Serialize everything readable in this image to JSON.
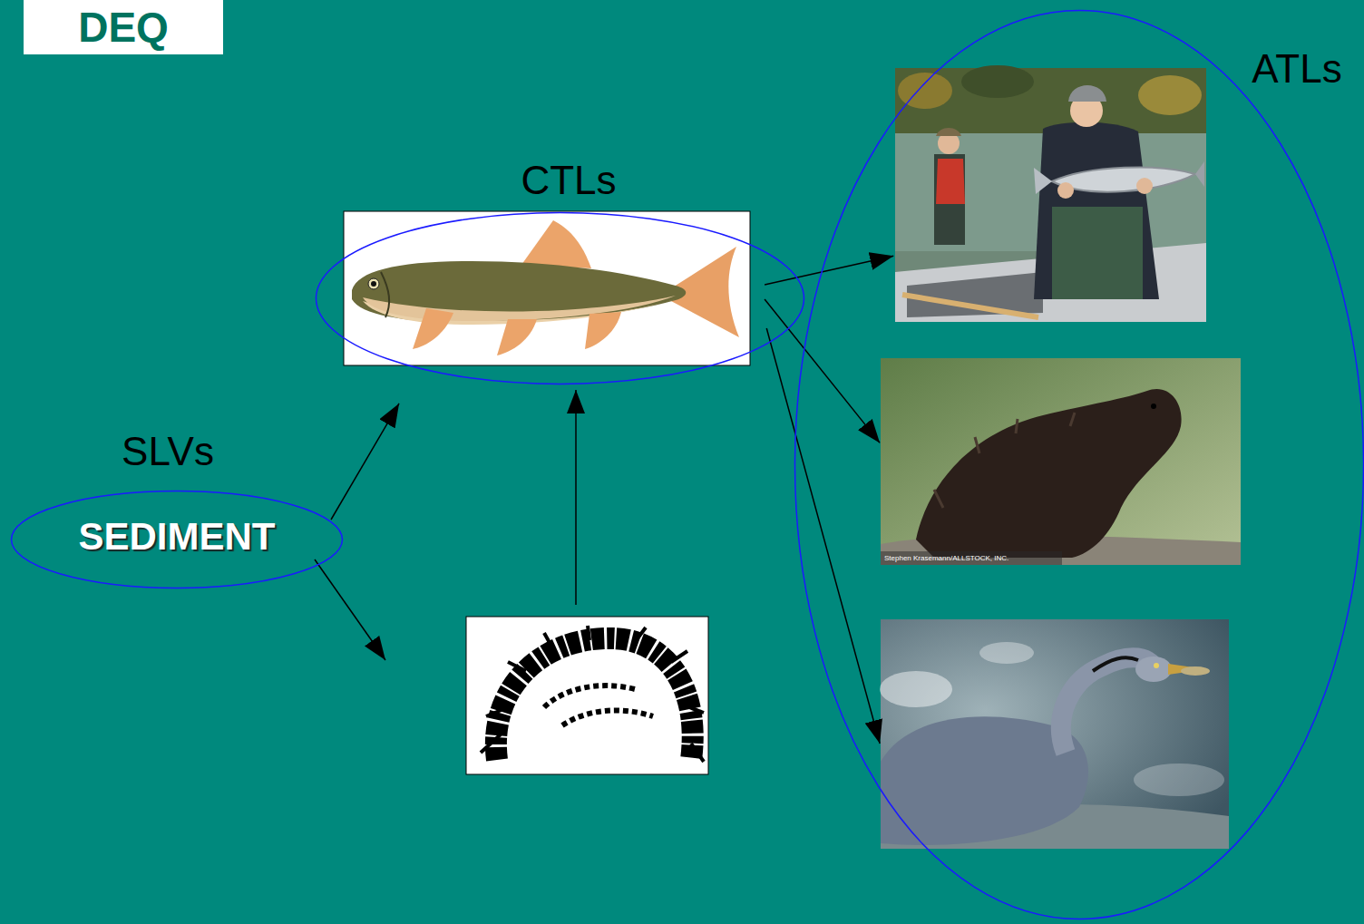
{
  "diagram": {
    "nodes": [
      {
        "text": [
          "DEQ"
        ]
      },
      {
        "text": [
          "SLVs",
          "SEDIMENT"
        ]
      },
      {
        "text": [
          "CTLs"
        ]
      },
      {
        "text": [
          "ATLs"
        ]
      }
    ],
    "edges": [
      {
        "from": 1,
        "to": 2,
        "arrow": "to"
      },
      {
        "from": 2,
        "to": 3,
        "arrow": "to"
      },
      {
        "from": 2,
        "to": 3,
        "arrow": "to"
      },
      {
        "from": 2,
        "to": 3,
        "arrow": "to"
      }
    ],
    "labels": [
      "Stephen Krasemann/ALLSTOCK, INC."
    ]
  }
}
